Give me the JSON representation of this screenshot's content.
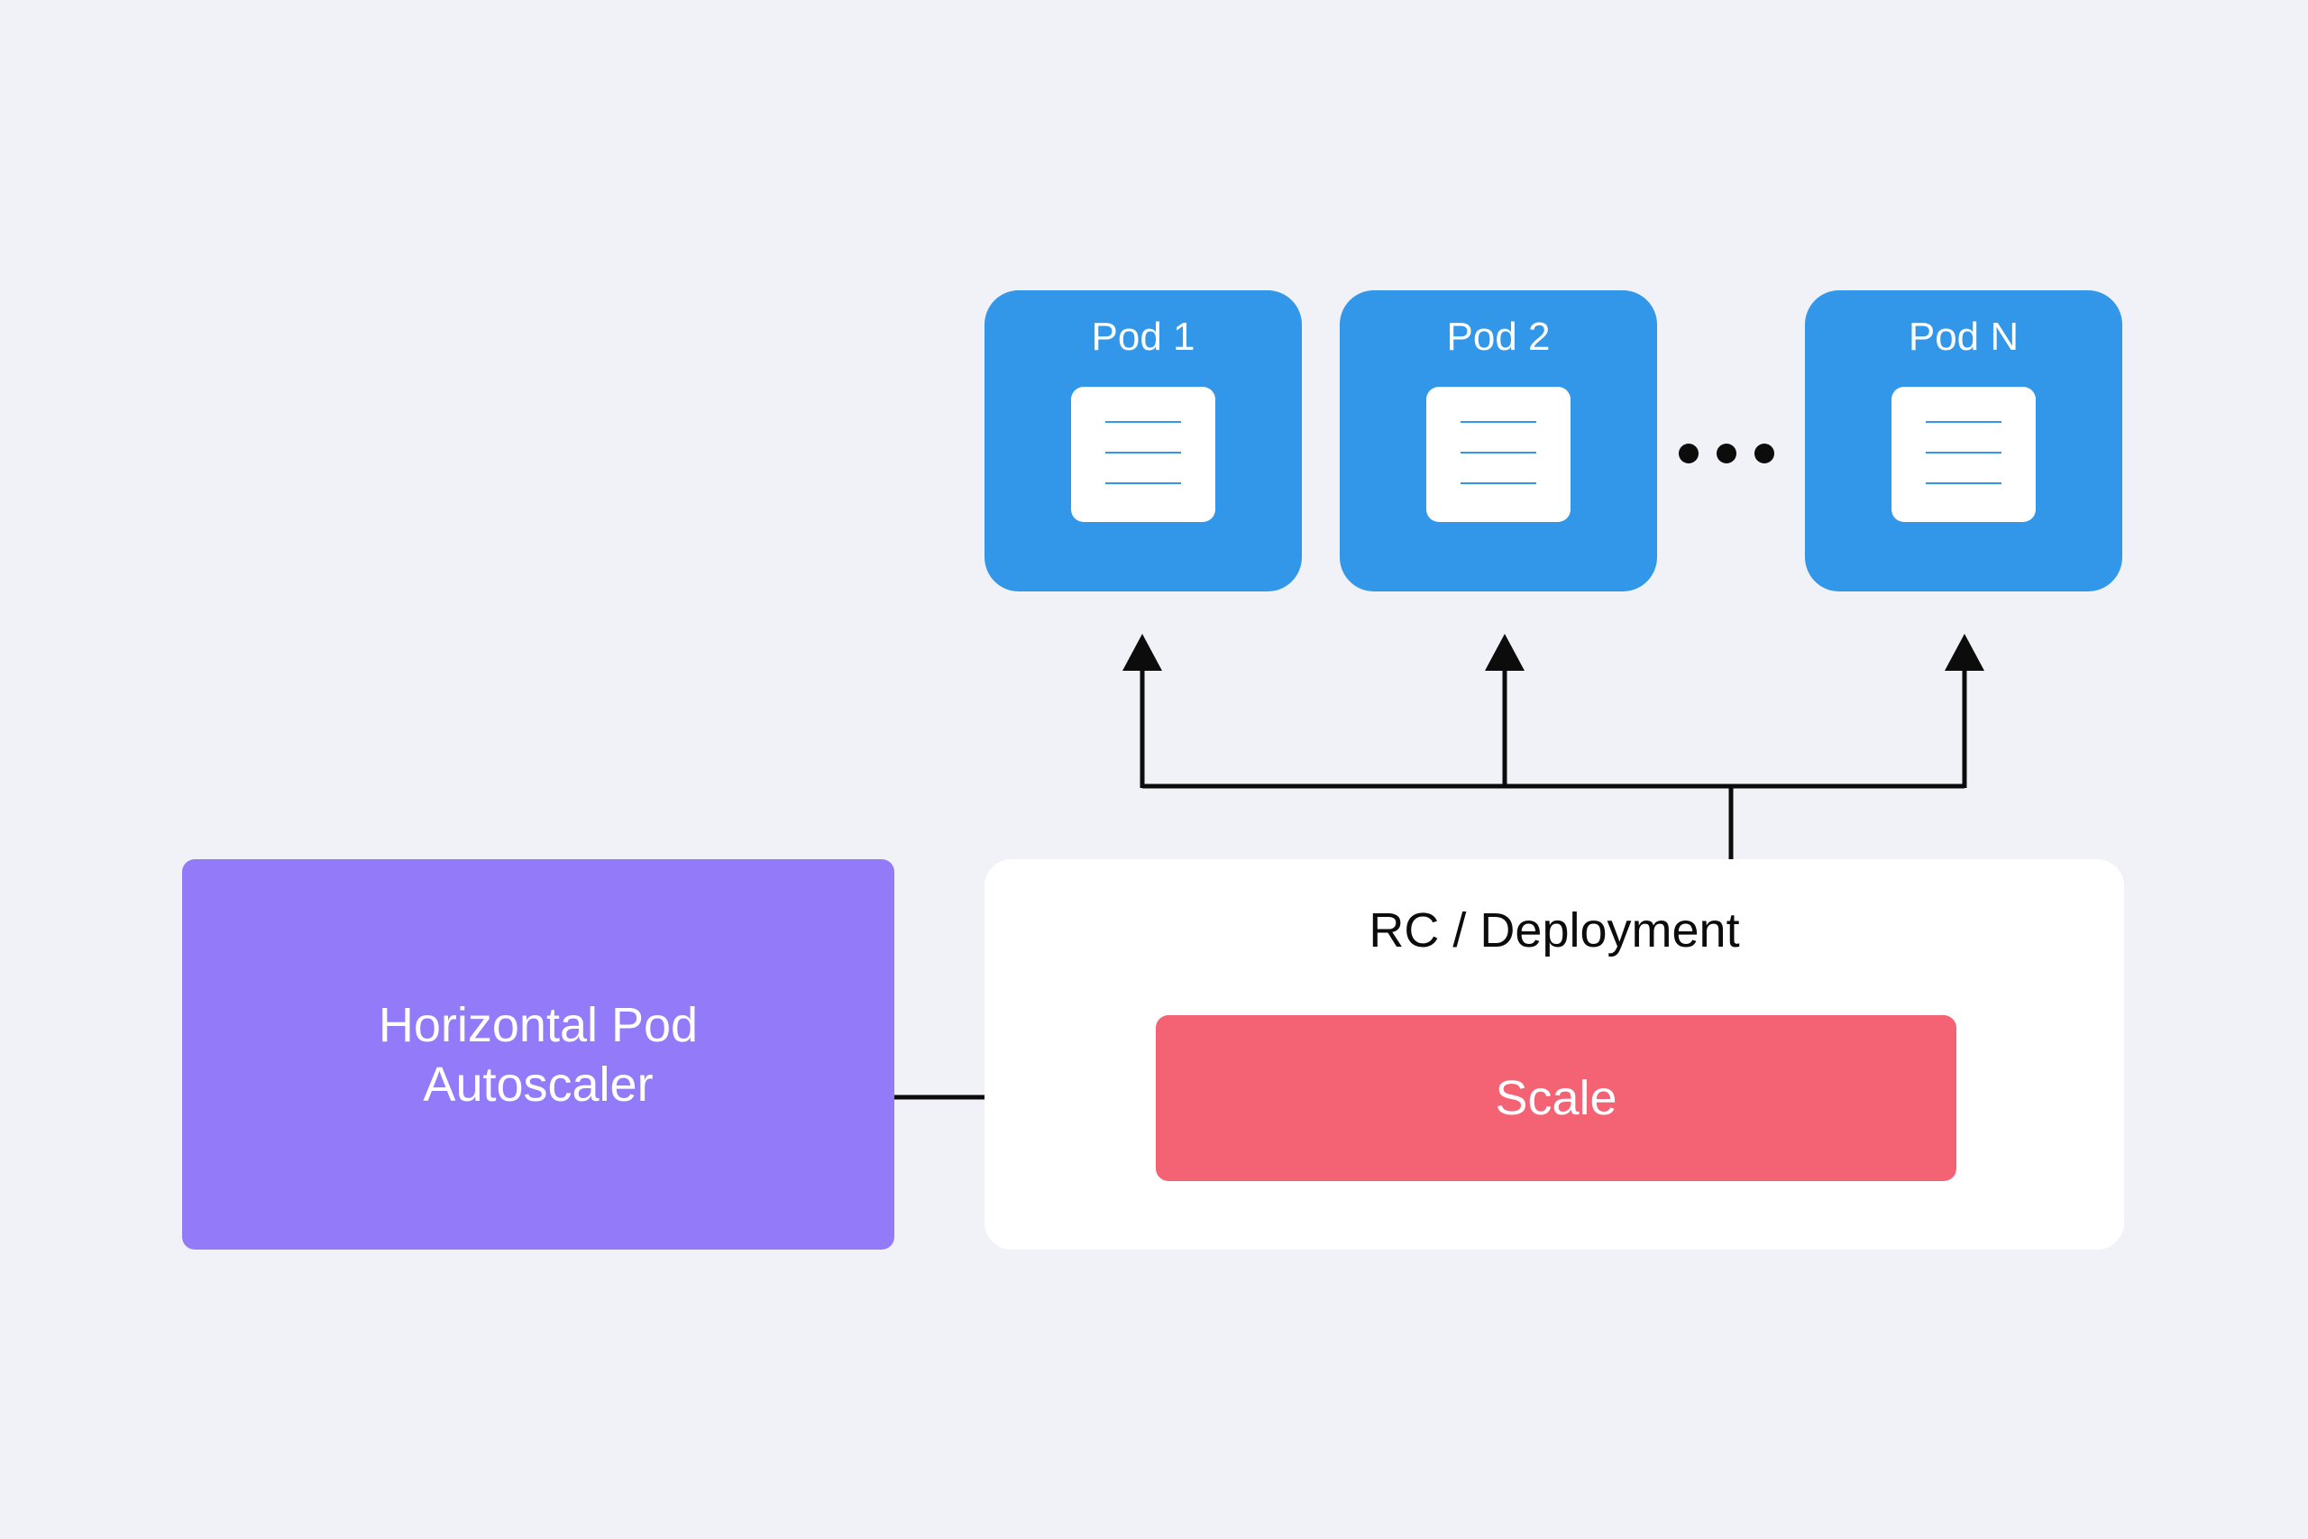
{
  "pods": [
    {
      "label": "Pod 1"
    },
    {
      "label": "Pod 2"
    },
    {
      "label": "Pod N"
    }
  ],
  "ellipsis": "...",
  "hpa": {
    "label": "Horizontal Pod\nAutoscaler"
  },
  "rc": {
    "title": "RC / Deployment"
  },
  "scale": {
    "label": "Scale"
  },
  "colors": {
    "background": "#f1f2f7",
    "pod": "#3297e8",
    "hpa": "#927af8",
    "scale": "#f46374",
    "panel": "#ffffff",
    "connector": "#0c0c0c"
  }
}
